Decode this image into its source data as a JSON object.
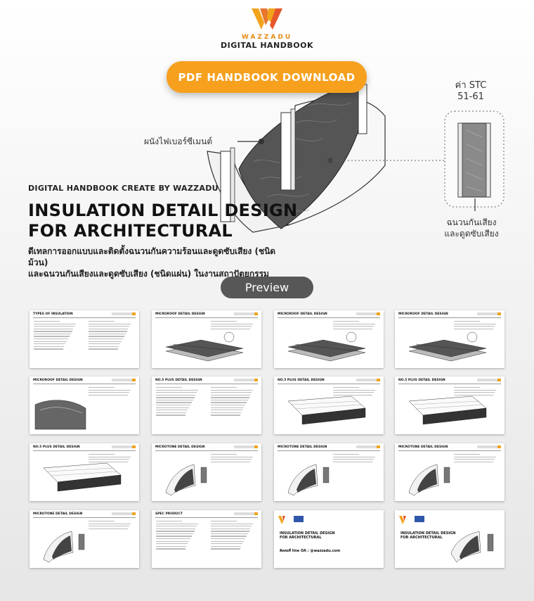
{
  "brand": {
    "logo_word": "WAZZADU",
    "logo_sub": "DIGITAL HANDBOOK",
    "accent": "#f6a01e"
  },
  "download_button": "PDF HANDBOOK DOWNLOAD",
  "illustration": {
    "wall_label": "ผนังไฟเบอร์ซีเมนต์",
    "stc_label": [
      "ค่า STC",
      "51-61"
    ],
    "insulation_label": [
      "ฉนวนกันเสียง",
      "และดูดซับเสียง"
    ]
  },
  "hero": {
    "kicker": "DIGITAL HANDBOOK CREATE BY WAZZADU",
    "title_line1": "INSULATION DETAIL DESIGN",
    "title_line2": "FOR ARCHITECTURAL",
    "subtitle_line1": "ดีเทลการออกแบบและติดตั้งฉนวนกันความร้อนและดูดซับเสียง (ชนิดม้วน)",
    "subtitle_line2": "และฉนวนกันเสียงและดูดซับเสียง (ชนิดแผ่น) ในงานสถาปัตยกรรม"
  },
  "preview_label": "Preview",
  "thumbnails": [
    {
      "title": "TYPES OF INSULATION",
      "kind": "text"
    },
    {
      "title": "MICROROOF DETAIL DESIGN",
      "kind": "roof"
    },
    {
      "title": "MICROROOF DETAIL DESIGN",
      "kind": "roof2"
    },
    {
      "title": "MICROROOF DETAIL DESIGN",
      "kind": "roof"
    },
    {
      "title": "MICROROOF DETAIL DESIGN",
      "kind": "roofmap"
    },
    {
      "title": "NO.5 PLUS DETAIL DESIGN",
      "kind": "text"
    },
    {
      "title": "NO.5 PLUS DETAIL DESIGN",
      "kind": "slab"
    },
    {
      "title": "NO.5 PLUS DETAIL DESIGN",
      "kind": "slab2"
    },
    {
      "title": "NO.5 PLUS DETAIL DESIGN",
      "kind": "slab3"
    },
    {
      "title": "MICROTONE DETAIL DESIGN",
      "kind": "wall"
    },
    {
      "title": "MICROTONE DETAIL DESIGN",
      "kind": "wall"
    },
    {
      "title": "MICROTONE DETAIL DESIGN",
      "kind": "wall"
    },
    {
      "title": "MICROTONE DETAIL DESIGN",
      "kind": "wall"
    },
    {
      "title": "SPEC PRODUCT",
      "kind": "text"
    },
    {
      "title": "",
      "kind": "cover",
      "cover_title": [
        "INSULATION DETAIL DESIGN",
        "FOR ARCHITECTURAL"
      ],
      "cover_line": "ติดต่อที่ line OA : @wazzadu.com"
    },
    {
      "title": "",
      "kind": "cover2",
      "cover_title": [
        "INSULATION DETAIL DESIGN",
        "FOR ARCHITECTURAL"
      ]
    }
  ]
}
